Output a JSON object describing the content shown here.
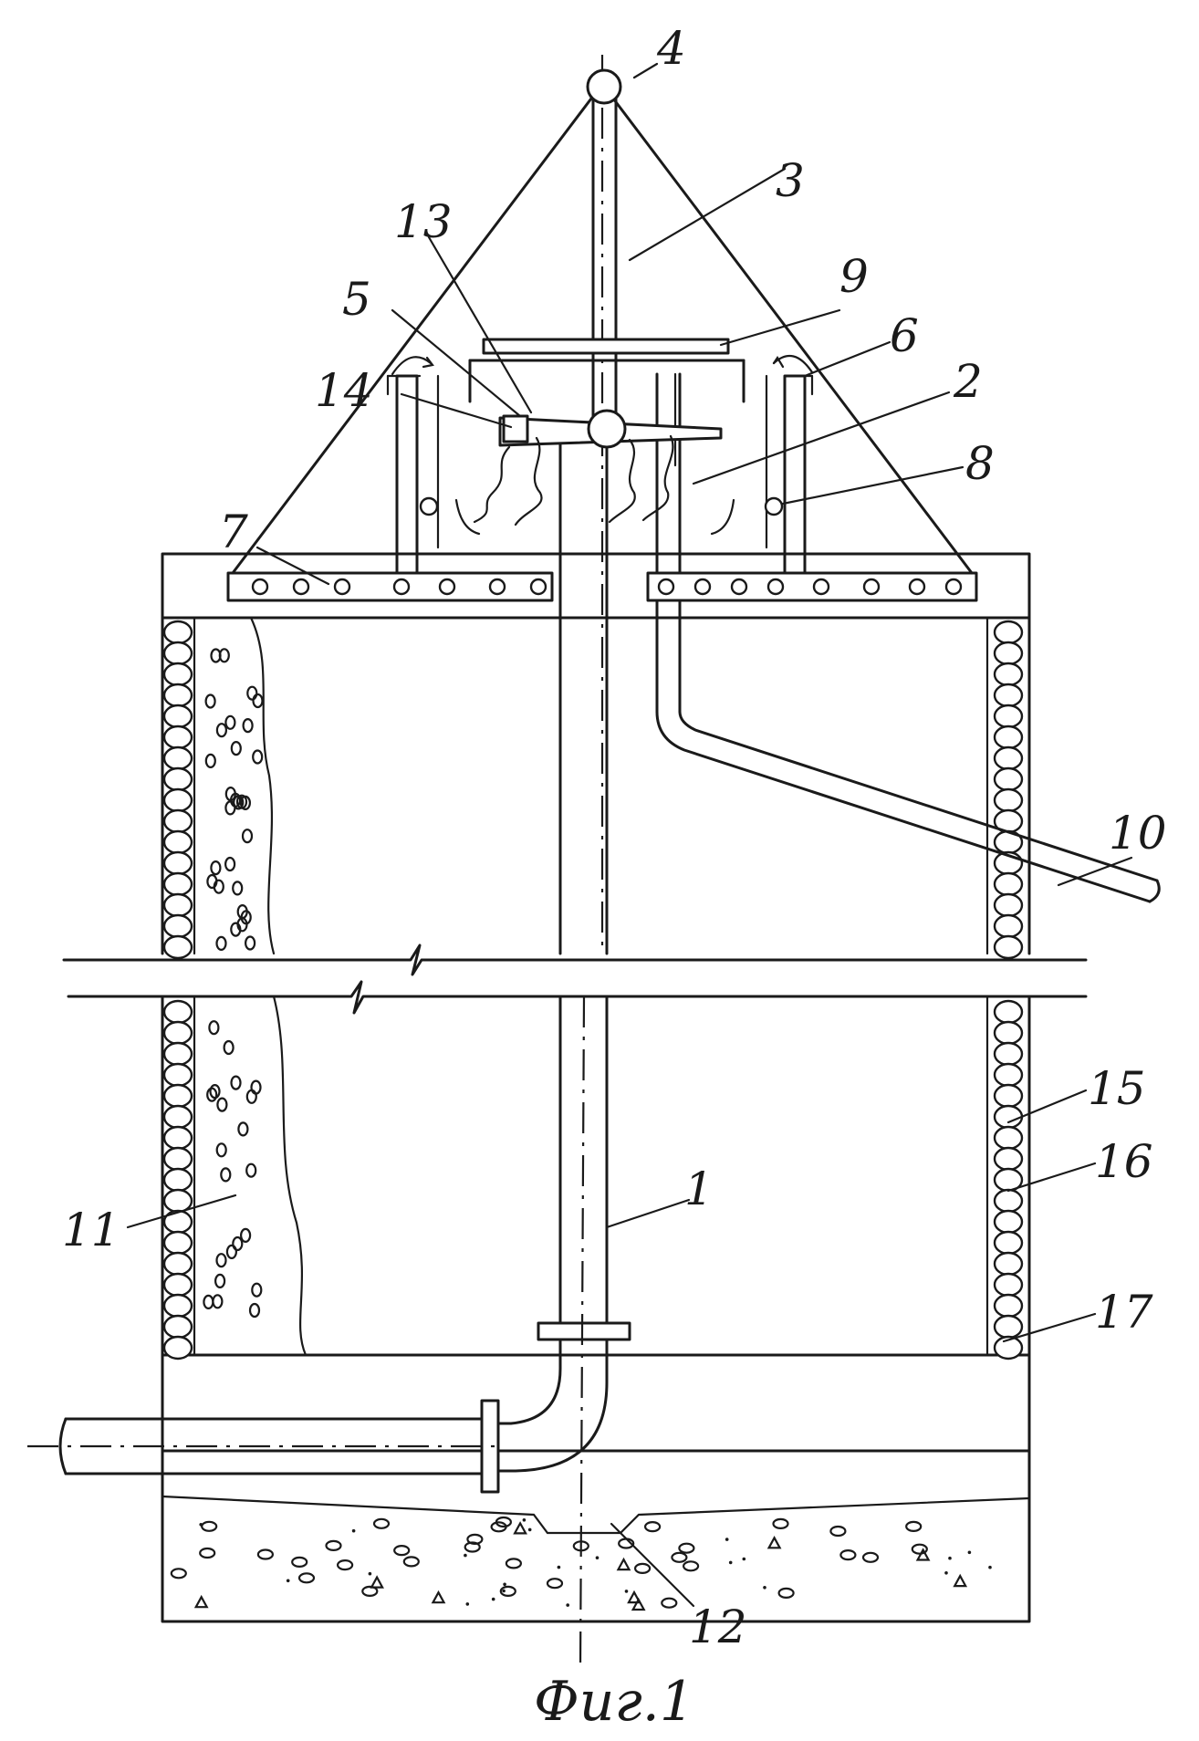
{
  "caption": "Фиг.1",
  "labels": [
    {
      "id": "1",
      "text": "1"
    },
    {
      "id": "2",
      "text": "2"
    },
    {
      "id": "3",
      "text": "3"
    },
    {
      "id": "4",
      "text": "4"
    },
    {
      "id": "5",
      "text": "5"
    },
    {
      "id": "6",
      "text": "6"
    },
    {
      "id": "7",
      "text": "7"
    },
    {
      "id": "8",
      "text": "8"
    },
    {
      "id": "9",
      "text": "9"
    },
    {
      "id": "10",
      "text": "10"
    },
    {
      "id": "11",
      "text": "11"
    },
    {
      "id": "12",
      "text": "12"
    },
    {
      "id": "13",
      "text": "13"
    },
    {
      "id": "14",
      "text": "14"
    },
    {
      "id": "15",
      "text": "15"
    },
    {
      "id": "16",
      "text": "16"
    },
    {
      "id": "17",
      "text": "17"
    }
  ]
}
